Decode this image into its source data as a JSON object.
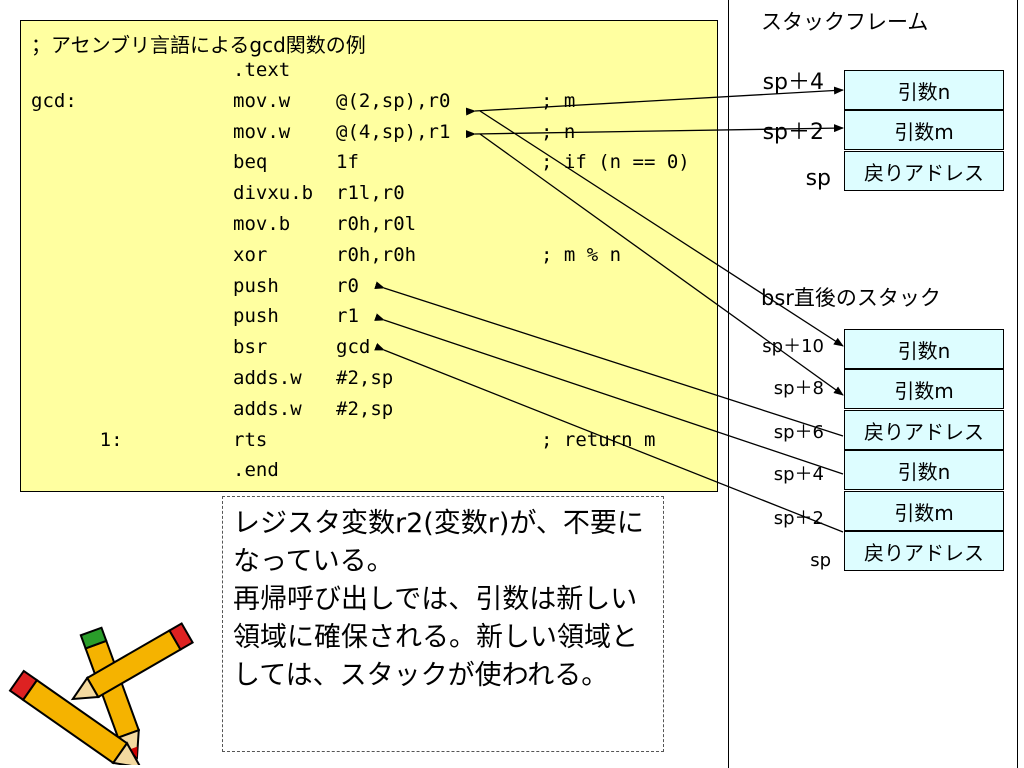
{
  "code": {
    "title": "；アセンブリ言語によるgcd関数の例",
    "lines": [
      {
        "label": "",
        "op": ".text",
        "arg": "",
        "comment": ""
      },
      {
        "label": "gcd:",
        "op": "mov.w",
        "arg": "@(2,sp),r0",
        "comment": "; m"
      },
      {
        "label": "",
        "op": "mov.w",
        "arg": "@(4,sp),r1",
        "comment": "; n"
      },
      {
        "label": "",
        "op": "beq",
        "arg": "1f",
        "comment": "; if (n == 0)"
      },
      {
        "label": "",
        "op": "divxu.b",
        "arg": "r1l,r0",
        "comment": ""
      },
      {
        "label": "",
        "op": "mov.b",
        "arg": "r0h,r0l",
        "comment": ""
      },
      {
        "label": "",
        "op": "xor",
        "arg": "r0h,r0h",
        "comment": "; m % n"
      },
      {
        "label": "",
        "op": "push",
        "arg": "r0",
        "comment": ""
      },
      {
        "label": "",
        "op": "push",
        "arg": "r1",
        "comment": ""
      },
      {
        "label": "",
        "op": "bsr",
        "arg": "gcd",
        "comment": ""
      },
      {
        "label": "",
        "op": "adds.w",
        "arg": "#2,sp",
        "comment": ""
      },
      {
        "label": "",
        "op": "adds.w",
        "arg": "#2,sp",
        "comment": ""
      },
      {
        "label": "      1:",
        "op": "rts",
        "arg": "",
        "comment": "; return m"
      },
      {
        "label": "",
        "op": ".end",
        "arg": "",
        "comment": ""
      }
    ]
  },
  "note": {
    "para1": "レジスタ変数r2(変数r)が、不要になっている。",
    "para2": "再帰呼び出しでは、引数は新しい領域に確保される。新しい領域としては、スタックが使われる。"
  },
  "stack_frame": {
    "title": "スタックフレーム",
    "labels": [
      "sp＋4",
      "sp＋2",
      "sp"
    ],
    "cells": [
      "引数n",
      "引数m",
      "戻りアドレス"
    ]
  },
  "bsr_stack": {
    "title": "bsr直後のスタック",
    "labels": [
      "sp＋10",
      "sp＋8",
      "sp＋6",
      "sp＋4",
      "sp＋2",
      "sp"
    ],
    "cells": [
      "引数n",
      "引数m",
      "戻りアドレス",
      "引数n",
      "引数m",
      "戻りアドレス"
    ]
  },
  "colors": {
    "code_bg": "#ffffa0",
    "cell_bg": "#ddfdff"
  }
}
